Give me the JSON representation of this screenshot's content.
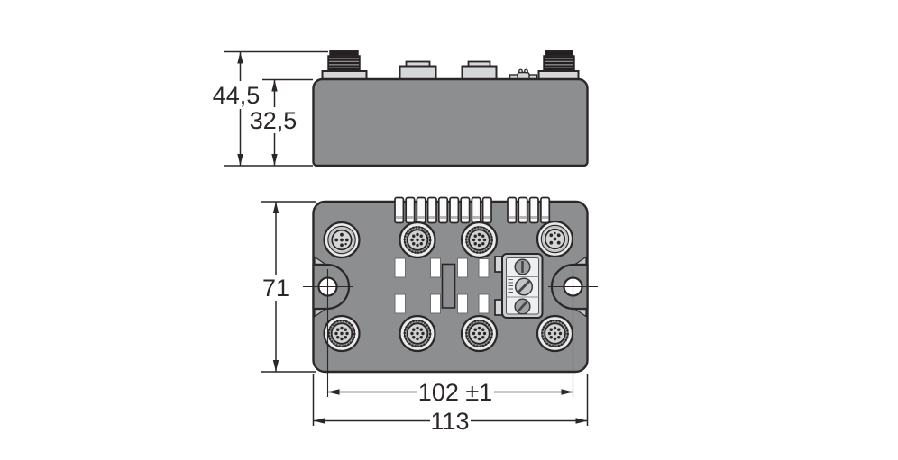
{
  "drawing": {
    "side_view": {
      "overall_height": "44,5",
      "body_height": "32,5"
    },
    "top_view": {
      "height": "71",
      "mounting_hole_spacing": "102 ±1",
      "overall_width": "113"
    }
  },
  "colors": {
    "ink": "#2b2728",
    "body_gray": "#8c8e90",
    "light_gray": "#d6d7d8",
    "led_white": "#ffffff",
    "module_gray": "#cbced0"
  }
}
